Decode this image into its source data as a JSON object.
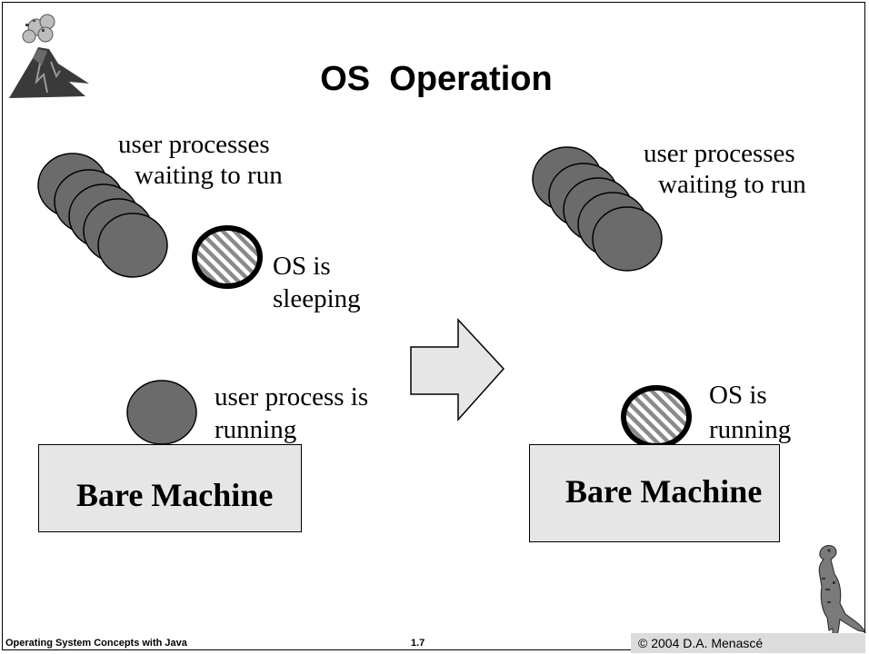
{
  "slide": {
    "title": "OS  Operation"
  },
  "left_panel": {
    "waiting_label_line1": "user processes",
    "waiting_label_line2": "waiting to run",
    "os_sleeping_line1": "OS is",
    "os_sleeping_line2": "sleeping",
    "running_label_line1": "user process is",
    "running_label_line2": "running",
    "machine_label": "Bare Machine"
  },
  "right_panel": {
    "waiting_label_line1": "user processes",
    "waiting_label_line2": "waiting to run",
    "os_running_line1": "OS is",
    "os_running_line2": "running",
    "machine_label": "Bare Machine"
  },
  "footer": {
    "left": "Operating System Concepts with Java",
    "page": "1.7",
    "right": "© 2004 D.A. Menascé"
  },
  "colors": {
    "process_fill": "#6b6b6b",
    "machine_fill": "#e6e6e6",
    "arrow_fill": "#e6e6e6",
    "hatch": "#8a8a8a"
  },
  "icons": {
    "top_left": "volcano-icon",
    "bottom_right": "dinosaur-icon",
    "transition": "right-arrow-icon"
  }
}
